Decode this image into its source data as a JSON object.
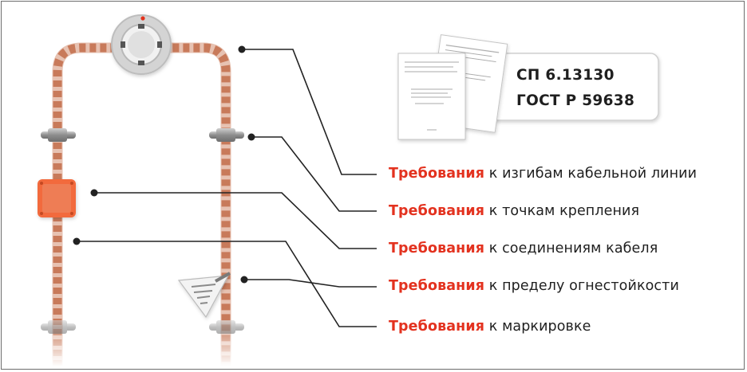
{
  "standards": [
    "СП 6.13130",
    "ГОСТ Р 59638"
  ],
  "requirements": [
    {
      "keyword": "Требования",
      "text": "к изгибам кабельной линии"
    },
    {
      "keyword": "Требования",
      "text": "к точкам крепления"
    },
    {
      "keyword": "Требования",
      "text": "к соединениям кабеля"
    },
    {
      "keyword": "Требования",
      "text": "к пределу огнестойкости"
    },
    {
      "keyword": "Требования",
      "text": "к маркировке"
    }
  ],
  "colors": {
    "keyword": "#e3321f",
    "cable": "#d79a80",
    "cable_dash": "#c0704f",
    "junction_box": "#f26a3d",
    "leader_line": "#222222",
    "frame": "#6d6d6d"
  }
}
